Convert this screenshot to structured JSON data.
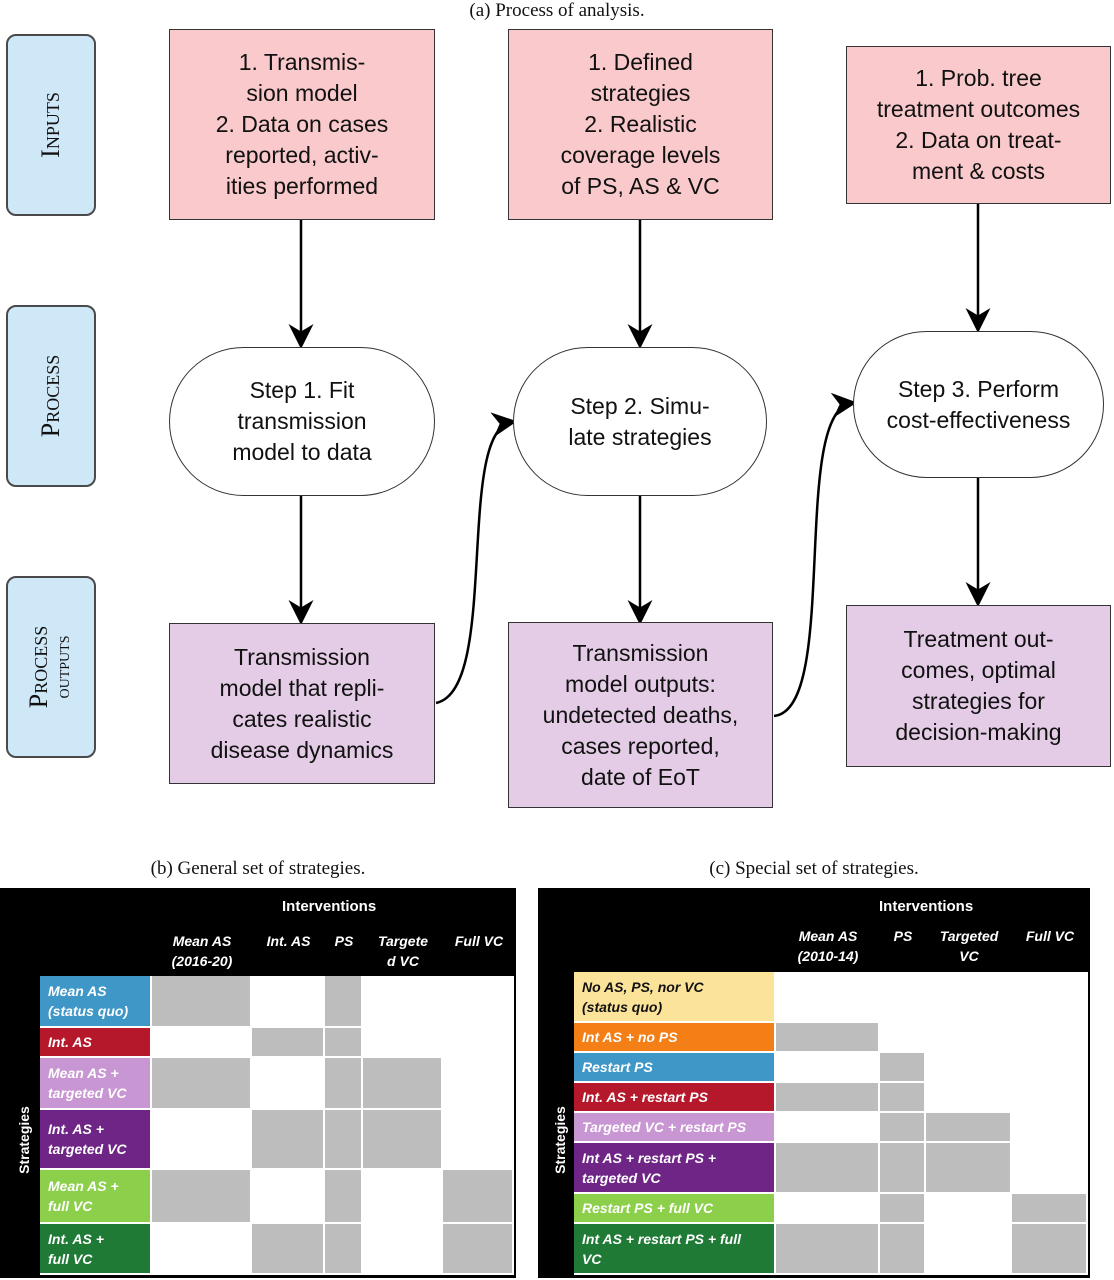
{
  "captions": {
    "a": "(a) Process of analysis.",
    "b": "(b) General set of strategies.",
    "c": "(c) Special set of strategies."
  },
  "stages": {
    "inputs": "Inputs",
    "process": "Process",
    "process_outputs_line1": "Process",
    "process_outputs_line2": "outputs"
  },
  "inputs": [
    "1. Transmis-\nsion model\n2. Data on cases\nreported, activ-\nities performed",
    "1. Defined\nstrategies\n2. Realistic\ncoverage levels\nof PS, AS & VC",
    "1. Prob. tree\ntreatment outcomes\n2. Data on treat-\nment & costs"
  ],
  "steps": [
    "Step 1. Fit\ntransmission\nmodel to data",
    "Step 2. Simu-\nlate strategies",
    "Step 3. Perform\ncost-effectiveness"
  ],
  "outputs": [
    "Transmission\nmodel that repli-\ncates realistic\ndisease dynamics",
    "Transmission\nmodel outputs:\nundetected deaths,\ncases reported,\ndate of EoT",
    "Treatment out-\ncomes, optimal\nstrategies for\ndecision-making"
  ],
  "table_b": {
    "header": "Interventions",
    "side_label": "Strategies",
    "columns": [
      "Mean AS\n(2016-20)",
      "Int. AS",
      "PS",
      "Targete\nd VC",
      "Full VC"
    ],
    "rows": [
      {
        "label": "Mean AS\n(status quo)",
        "color": "#3f97c8",
        "text_color": "#ffffff",
        "cells": [
          1,
          0,
          1,
          0,
          0
        ]
      },
      {
        "label": "Int. AS",
        "color": "#b5182b",
        "text_color": "#ffffff",
        "cells": [
          0,
          1,
          1,
          0,
          0
        ]
      },
      {
        "label": "Mean AS +\ntargeted VC",
        "color": "#c896d2",
        "text_color": "#ffffff",
        "cells": [
          1,
          0,
          1,
          1,
          0
        ]
      },
      {
        "label": "Int. AS +\ntargeted VC",
        "color": "#6e2585",
        "text_color": "#ffffff",
        "cells": [
          0,
          1,
          1,
          1,
          0
        ]
      },
      {
        "label": "Mean AS +\nfull VC",
        "color": "#8ccf4a",
        "text_color": "#ffffff",
        "cells": [
          1,
          0,
          1,
          0,
          1
        ]
      },
      {
        "label": "Int. AS +\nfull VC",
        "color": "#1e7a35",
        "text_color": "#ffffff",
        "cells": [
          0,
          1,
          1,
          0,
          1
        ]
      }
    ]
  },
  "table_c": {
    "header": "Interventions",
    "side_label": "Strategies",
    "columns": [
      "Mean AS\n(2010-14)",
      "PS",
      "Targeted\nVC",
      "Full VC"
    ],
    "rows": [
      {
        "label": "No AS, PS, nor VC\n(status quo)",
        "color": "#fbe39a",
        "text_color": "#111111",
        "cells": [
          0,
          0,
          0,
          0
        ]
      },
      {
        "label": "Int AS + no PS",
        "color": "#f47f16",
        "text_color": "#ffffff",
        "cells": [
          1,
          0,
          0,
          0
        ]
      },
      {
        "label": "Restart PS",
        "color": "#3f97c8",
        "text_color": "#ffffff",
        "cells": [
          0,
          1,
          0,
          0
        ]
      },
      {
        "label": "Int. AS + restart PS",
        "color": "#b5182b",
        "text_color": "#ffffff",
        "cells": [
          1,
          1,
          0,
          0
        ]
      },
      {
        "label": "Targeted VC + restart PS",
        "color": "#c896d2",
        "text_color": "#ffffff",
        "cells": [
          0,
          1,
          1,
          0
        ]
      },
      {
        "label": "Int AS + restart PS +\ntargeted VC",
        "color": "#6e2585",
        "text_color": "#ffffff",
        "cells": [
          1,
          1,
          1,
          0
        ]
      },
      {
        "label": "Restart PS + full VC",
        "color": "#8ccf4a",
        "text_color": "#ffffff",
        "cells": [
          0,
          1,
          0,
          1
        ]
      },
      {
        "label": "Int AS + restart PS + full\nVC",
        "color": "#1e7a35",
        "text_color": "#ffffff",
        "cells": [
          1,
          1,
          0,
          1
        ]
      }
    ]
  }
}
